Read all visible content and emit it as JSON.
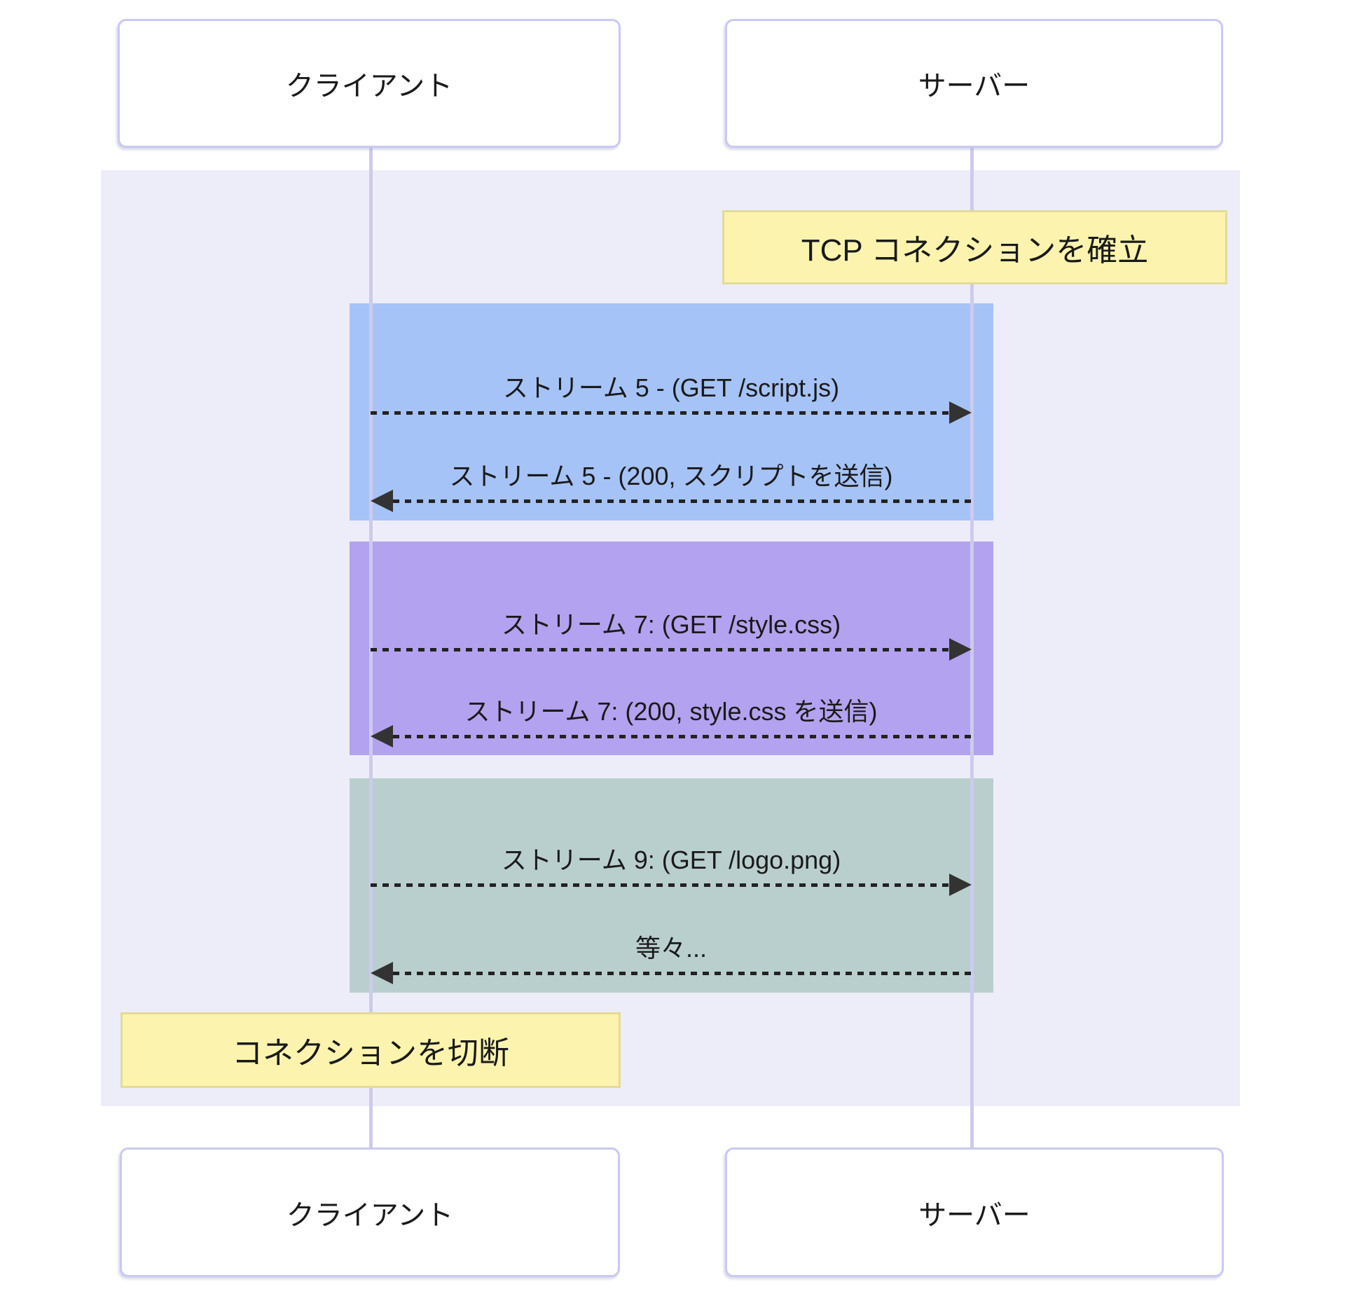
{
  "diagram_type": "sequence-diagram",
  "actors": [
    {
      "id": "client",
      "label": "クライアント"
    },
    {
      "id": "server",
      "label": "サーバー"
    }
  ],
  "notes": [
    {
      "id": "tcp-establish",
      "over": "server",
      "text": "TCP コネクションを確立"
    },
    {
      "id": "disconnect",
      "over": "client",
      "text": "コネクションを切断"
    }
  ],
  "groups": [
    {
      "id": "stream-5",
      "color": "#a6c3f7",
      "messages": [
        {
          "from": "client",
          "to": "server",
          "style": "dashed",
          "text": "ストリーム 5 - (GET /script.js)"
        },
        {
          "from": "server",
          "to": "client",
          "style": "dashed",
          "text": "ストリーム 5 - (200, スクリプトを送信)"
        }
      ]
    },
    {
      "id": "stream-7",
      "color": "#b3a2ef",
      "messages": [
        {
          "from": "client",
          "to": "server",
          "style": "dashed",
          "text": "ストリーム 7: (GET /style.css)"
        },
        {
          "from": "server",
          "to": "client",
          "style": "dashed",
          "text": "ストリーム 7: (200, style.css を送信)"
        }
      ]
    },
    {
      "id": "stream-9",
      "color": "#b9cfcd",
      "messages": [
        {
          "from": "client",
          "to": "server",
          "style": "dashed",
          "text": "ストリーム 9: (GET /logo.png)"
        },
        {
          "from": "server",
          "to": "client",
          "style": "dashed",
          "text": "等々..."
        }
      ]
    }
  ],
  "colors": {
    "page_background": "#ffffff",
    "region_background": "#ededf9",
    "note_fill": "#fcf4ae",
    "note_border": "#e3db97",
    "actor_fill": "#ffffff",
    "actor_border": "#c9c9f2",
    "lifeline": "#cdcbec",
    "message_line": "#222222",
    "arrowhead": "#333333",
    "text": "#1a1a1a"
  }
}
